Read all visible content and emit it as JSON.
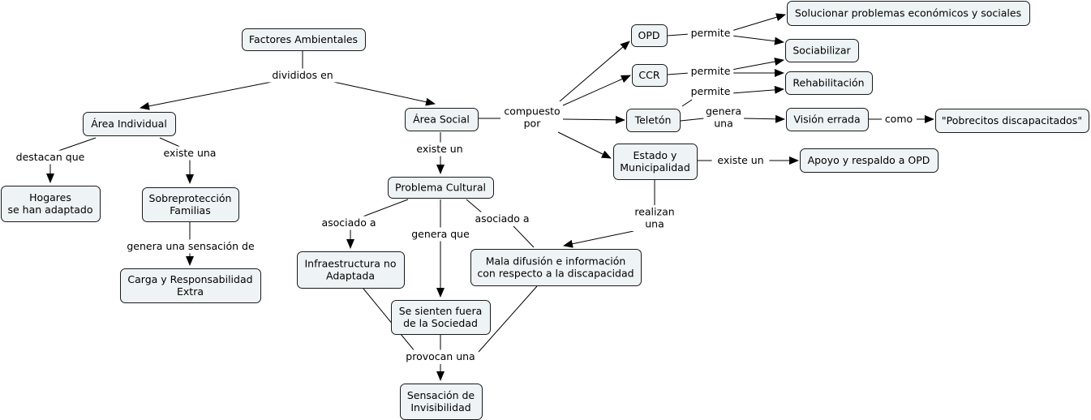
{
  "concepts": {
    "factores": [
      "Factores Ambientales"
    ],
    "area_individual": [
      "Área Individual"
    ],
    "area_social": [
      "Área Social"
    ],
    "hogares": [
      "Hogares",
      "se han adaptado"
    ],
    "sobreproteccion": [
      "Sobreprotección",
      "Familias"
    ],
    "carga": [
      "Carga y Responsabilidad",
      "Extra"
    ],
    "problema": [
      "Problema Cultural"
    ],
    "infraestructura": [
      "Infraestructura no",
      "Adaptada"
    ],
    "fuera": [
      "Se sienten fuera",
      "de la Sociedad"
    ],
    "mala": [
      "Mala difusión e información",
      "con respecto a la discapacidad"
    ],
    "invisibilidad": [
      "Sensación de",
      "Invisibilidad"
    ],
    "opd": [
      "OPD"
    ],
    "ccr": [
      "CCR"
    ],
    "teleton": [
      "Teletón"
    ],
    "estado": [
      "Estado y",
      "Municipalidad"
    ],
    "solucionar": [
      "Solucionar problemas económicos y sociales"
    ],
    "sociabilizar": [
      "Sociabilizar"
    ],
    "rehabilitacion": [
      "Rehabilitación"
    ],
    "vision": [
      "Visión errada"
    ],
    "pobrecitos": [
      "\"Pobrecitos discapacitados\""
    ],
    "apoyo": [
      "Apoyo y respaldo a OPD"
    ]
  },
  "linking_phrases": {
    "divididos": [
      "divididos en"
    ],
    "destacan": [
      "destacan que"
    ],
    "existe_una": [
      "existe una"
    ],
    "genera_sensacion": [
      "genera una sensación de"
    ],
    "existe_un_social": [
      "existe un"
    ],
    "asociado_1": [
      "asociado a"
    ],
    "genera_que": [
      "genera que"
    ],
    "asociado_2": [
      "asociado a"
    ],
    "provocan": [
      "provocan una"
    ],
    "compuesto": [
      "compuesto",
      "por"
    ],
    "permite_opd": [
      "permite"
    ],
    "permite_ccr": [
      "permite"
    ],
    "permite_tel": [
      "permite"
    ],
    "genera_una": [
      "genera",
      "una"
    ],
    "como": [
      "como"
    ],
    "existe_un_estado": [
      "existe un"
    ],
    "realizan": [
      "realizan",
      "una"
    ]
  }
}
